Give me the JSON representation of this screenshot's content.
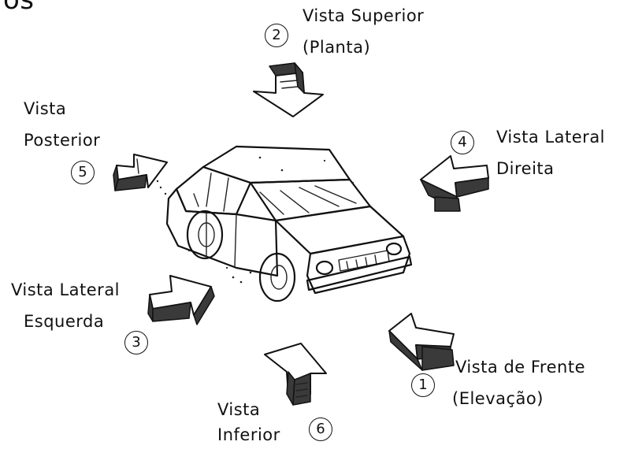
{
  "views": {
    "top": {
      "number": "2",
      "line1": "Vista Superior",
      "line2": "(Planta)"
    },
    "rear": {
      "number": "5",
      "line1": "Vista",
      "line2": "Posterior"
    },
    "right": {
      "number": "4",
      "line1": "Vista Lateral",
      "line2": "Direita"
    },
    "left": {
      "number": "3",
      "line1": "Vista Lateral",
      "line2": "Esquerda"
    },
    "bottom": {
      "number": "6",
      "line1": "Vista",
      "line2": "Inferior"
    },
    "front": {
      "number": "1",
      "line1": "Vista de Frente",
      "line2": "(Elevação)"
    }
  },
  "header_fragment": "os"
}
